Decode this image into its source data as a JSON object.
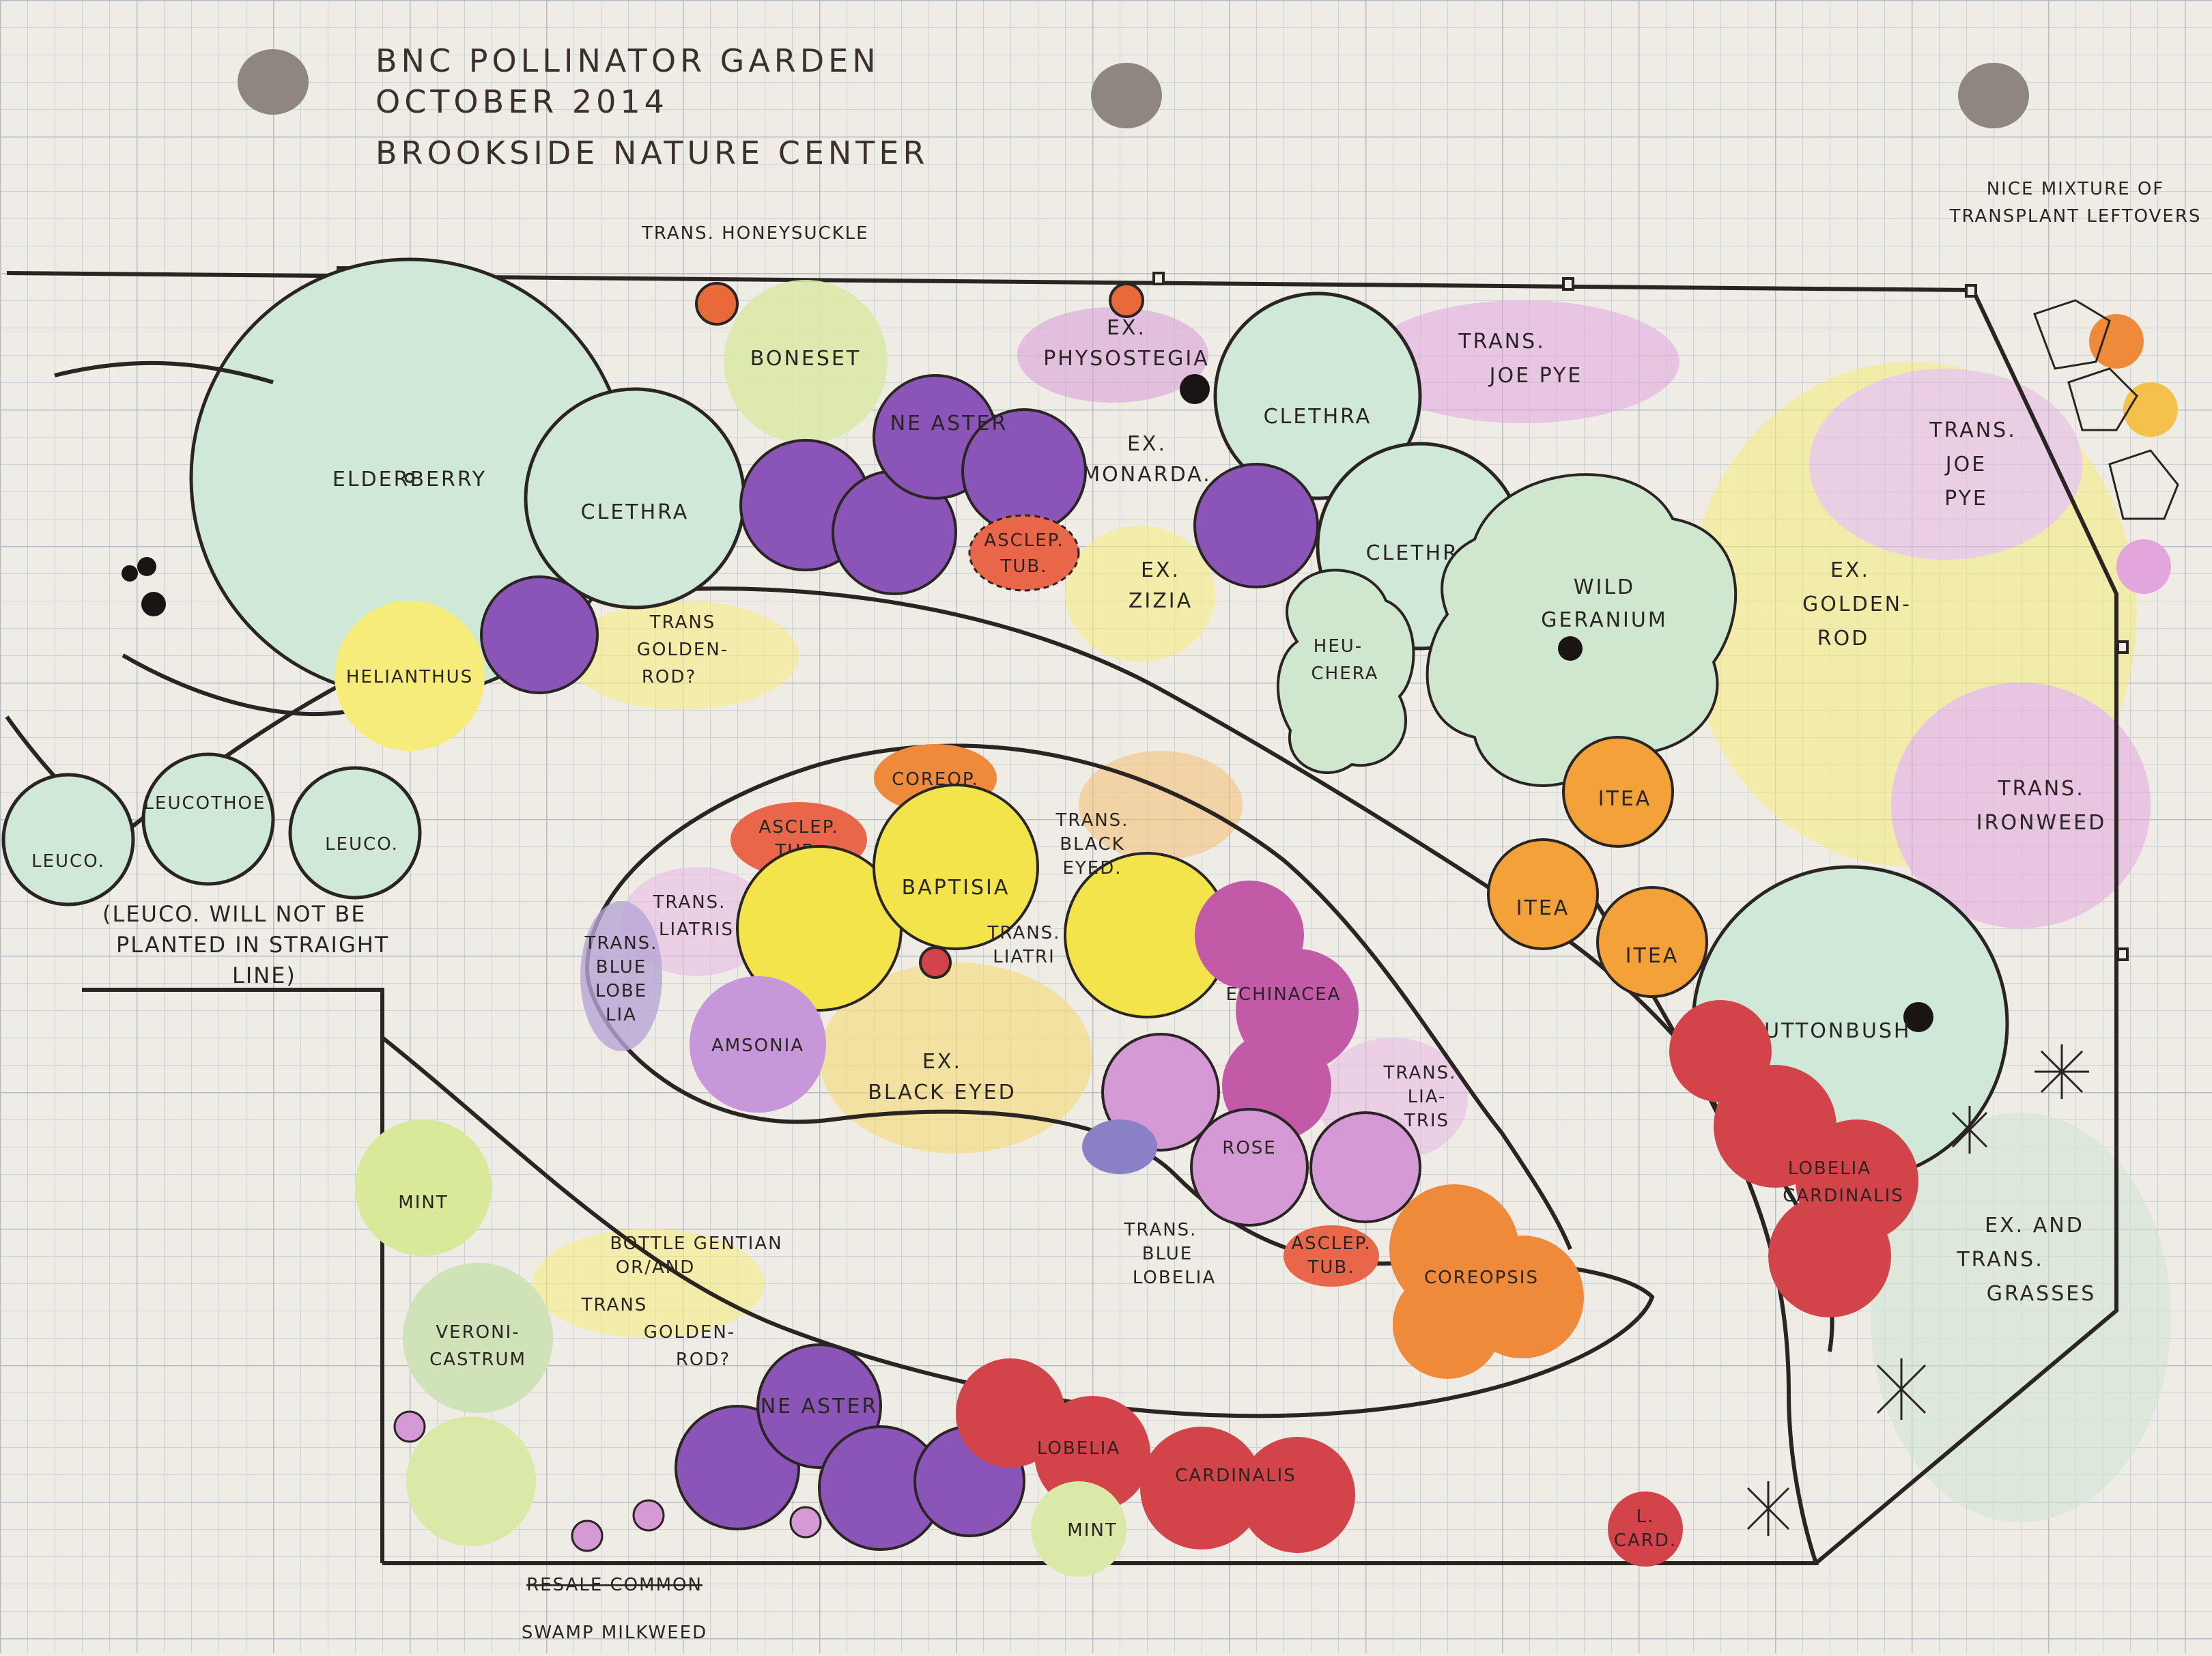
{
  "header": {
    "line1": "BNC POLLINATOR GARDEN",
    "line2": "OCTOBER 2014",
    "line3": "BROOKSIDE NATURE CENTER"
  },
  "notes": {
    "leuco_line1": "(LEUCO. WILL NOT BE",
    "leuco_line2": "PLANTED IN STRAIGHT",
    "leuco_line3": "LINE)",
    "mixture_line1": "NICE MIXTURE OF",
    "mixture_line2": "TRANSPLANT LEFTOVERS"
  },
  "plants": {
    "honeysuckle": "TRANS. HONEYSUCKLE",
    "boneset": "BONESET",
    "elderberry": "ELDERBERRY",
    "clethra": "CLETHRA",
    "ne_aster": "NE ASTER",
    "ex": "EX.",
    "physostegia": "PHYSOSTEGIA",
    "monarda": "MONARDA.",
    "asclep": "ASCLEP.",
    "tub": "TUB.",
    "zizia": "ZIZIA",
    "trans": "TRANS.",
    "joe_pye": "JOE PYE",
    "joe": "JOE",
    "pye": "PYE",
    "goldenrod_a": "GOLDEN-",
    "goldenrod_b": "ROD",
    "wild": "WILD",
    "geranium": "GERANIUM",
    "heu": "HEU-",
    "chera": "CHERA",
    "helianthus": "HELIANTHUS",
    "trans_plain": "TRANS",
    "golden_en": "GOLDEN-",
    "rod_q": "ROD?",
    "leucothoe": "LEUCOTHOE",
    "leuco": "LEUCO.",
    "itea": "ITEA",
    "ironweed": "IRONWEED",
    "buttonbush": "BUTTONBUSH",
    "coreop": "COREOP.",
    "baptisia": "BAPTISIA",
    "black_eyed": "BLACK EYED",
    "black": "BLACK",
    "eyed": "EYED.",
    "liatris": "LIATRIS",
    "liatri": "LIATRI",
    "blue": "BLUE",
    "lobe": "LOBE",
    "lia": "LIA",
    "amsonia": "AMSONIA",
    "echinacea": "ECHINACEA",
    "lia_dash": "LIA-",
    "tris": "TRIS",
    "rose": "ROSE",
    "trans_blue": "TRANS.",
    "lobelia": "LOBELIA",
    "coreopsis": "COREOPSIS",
    "lobelia_cardinalis_a": "LOBELIA",
    "cardinalis": "CARDINALIS",
    "ex_and_trans": "EX. AND",
    "trans_grasses": "TRANS.",
    "grasses": "GRASSES",
    "mint": "MINT",
    "bottle_gentian": "BOTTLE GENTIAN",
    "or_and": "OR/AND",
    "veronicastrum_a": "VERONI-",
    "veronicastrum_b": "CASTRUM",
    "l": "L.",
    "card": "CARD.",
    "swamp_milkweed": "SWAMP MILKWEED",
    "struck": "RESALE COMMON"
  },
  "colors": {
    "paper": "#efece6",
    "grid": "#c9d2d6",
    "ink": "#2a2522",
    "shrub_green": "#cfe8d8",
    "aster_purple": "#8a55b6",
    "yellow": "#f2e44a",
    "red": "#d2444a",
    "orange": "#ee8a3a",
    "pink": "#d59ad6",
    "lime": "#d8e99a"
  }
}
